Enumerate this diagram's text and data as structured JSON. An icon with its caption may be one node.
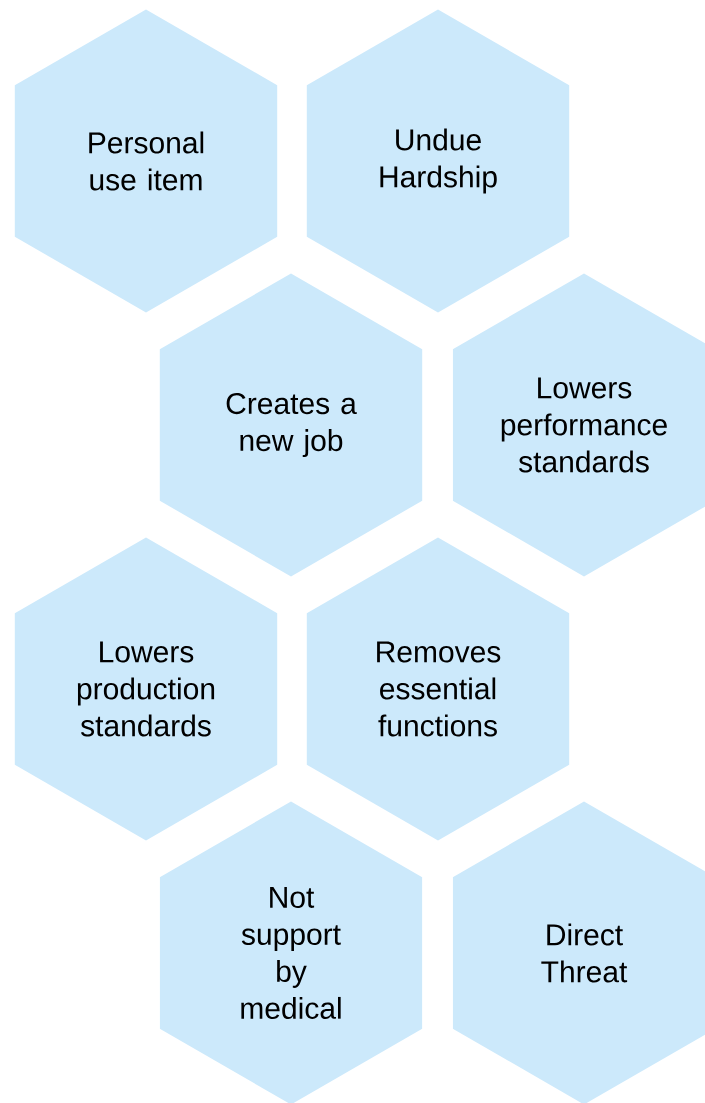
{
  "diagram": {
    "nodes": [
      {
        "text": [
          "Personal use item"
        ]
      },
      {
        "text": [
          "Undue Hardship"
        ]
      },
      {
        "text": [
          "Creates a new job"
        ]
      },
      {
        "text": [
          "Lowers performance standards"
        ]
      },
      {
        "text": [
          "Lowers production standards"
        ]
      },
      {
        "text": [
          "Removes essential functions"
        ]
      },
      {
        "text": [
          "Not support by medical"
        ]
      },
      {
        "text": [
          "Direct Threat"
        ]
      }
    ]
  }
}
